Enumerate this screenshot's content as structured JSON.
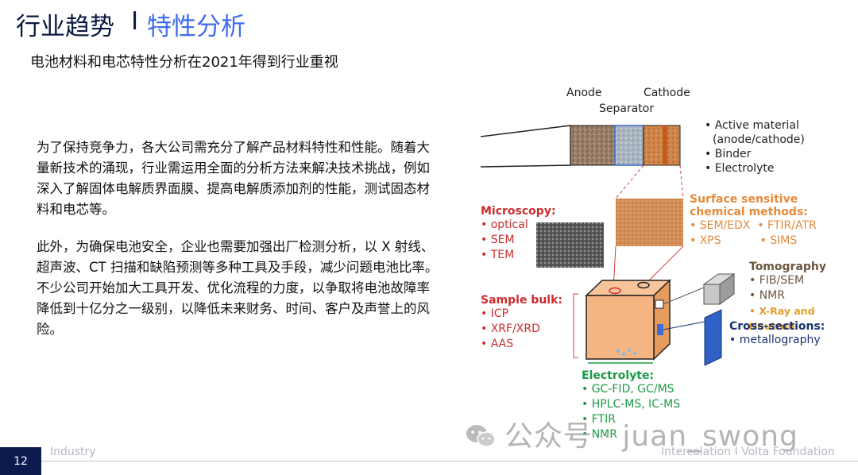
{
  "header": {
    "title_main": "行业趋势",
    "separator": "I",
    "title_sub": "特性分析",
    "subtitle": "电池材料和电芯特性分析在2021年得到行业重视"
  },
  "body": {
    "paragraph1": "为了保持竞争力，各大公司需充分了解产品材料特性和性能。随着大量新技术的涌现，行业需运用全面的分析方法来解决技术挑战，例如深入了解固体电解质界面膜、提高电解质添加剂的性能，测试固态材料和电芯等。",
    "paragraph2": "此外，为确保电池安全，企业也需要加强出厂检测分析，以 X 射线、超声波、CT 扫描和缺陷预测等多种工具及手段，减少问题电池比率。不少公司开始加大工具开发、优化流程的力度，以争取将电池故障率降低到十亿分之一级别，以降低未来财务、时间、客户及声誉上的风险。"
  },
  "diagram": {
    "cell_labels": {
      "anode": "Anode",
      "separator": "Separator",
      "cathode": "Cathode"
    },
    "components": [
      "• Active material",
      "(anode/cathode)",
      "• Binder",
      "• Electrolyte"
    ],
    "microscopy": {
      "title": "Microscopy:",
      "items": [
        "• optical",
        "• SEM",
        "• TEM"
      ]
    },
    "surface": {
      "title_line1": "Surface sensitive",
      "title_line2": "chemical methods:",
      "items": [
        "• SEM/EDX  • FTIR/ATR",
        "• XPS           • SIMS"
      ]
    },
    "tomography": {
      "title": "Tomography",
      "items": [
        "• FIB/SEM",
        "• NMR",
        "• X-Ray and Neutron"
      ]
    },
    "sample_bulk": {
      "title": "Sample bulk:",
      "items": [
        "• ICP",
        "• XRF/XRD",
        "• AAS"
      ]
    },
    "cross_sections": {
      "title": "Cross-sections:",
      "items": [
        "• metallography"
      ]
    },
    "electrolyte": {
      "title": "Electrolyte:",
      "items": [
        "• GC-FID, GC/MS",
        "• HPLC-MS, IC-MS",
        "• FTIR",
        "• NMR"
      ]
    },
    "colors": {
      "anode": "#9c8068",
      "separator": "#aab3c0",
      "cathode": "#cf8548",
      "cube": "#f4b583",
      "red": "#cc2d2d",
      "navy": "#1a3270",
      "green": "#1b9a45"
    }
  },
  "watermark": {
    "text": "公众号 · juan_swong"
  },
  "footer": {
    "page_number": "12",
    "left_text": "Industry",
    "right_text": "Intercalation I Volta Foundation"
  }
}
